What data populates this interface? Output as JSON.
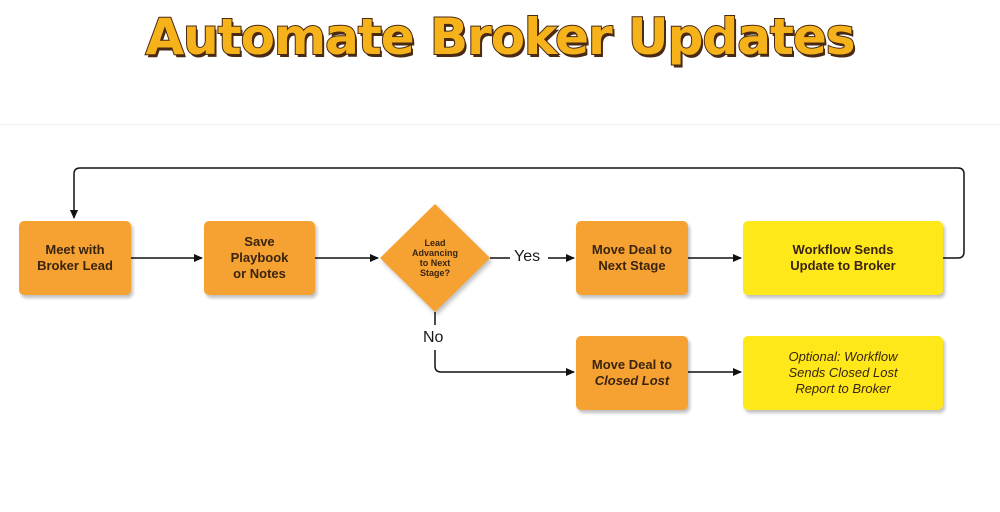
{
  "title": "Automate Broker Updates",
  "nodes": {
    "meet": "Meet with\nBroker Lead",
    "save": "Save\nPlaybook\nor Notes",
    "decision": "Lead\nAdvancing\nto Next\nStage?",
    "move_next": "Move Deal to\nNext Stage",
    "workflow_update": "Workflow Sends\nUpdate to Broker",
    "move_closed_prefix": "Move Deal to",
    "move_closed_italic": "Closed Lost",
    "optional_report": "Optional: Workflow\nSends Closed Lost\nReport to Broker"
  },
  "edges": {
    "yes": "Yes",
    "no": "No"
  },
  "colors": {
    "orange": "#f5a232",
    "yellow": "#ffe81a",
    "title_fill": "#f5b21b",
    "title_outline": "#4a2a12"
  }
}
